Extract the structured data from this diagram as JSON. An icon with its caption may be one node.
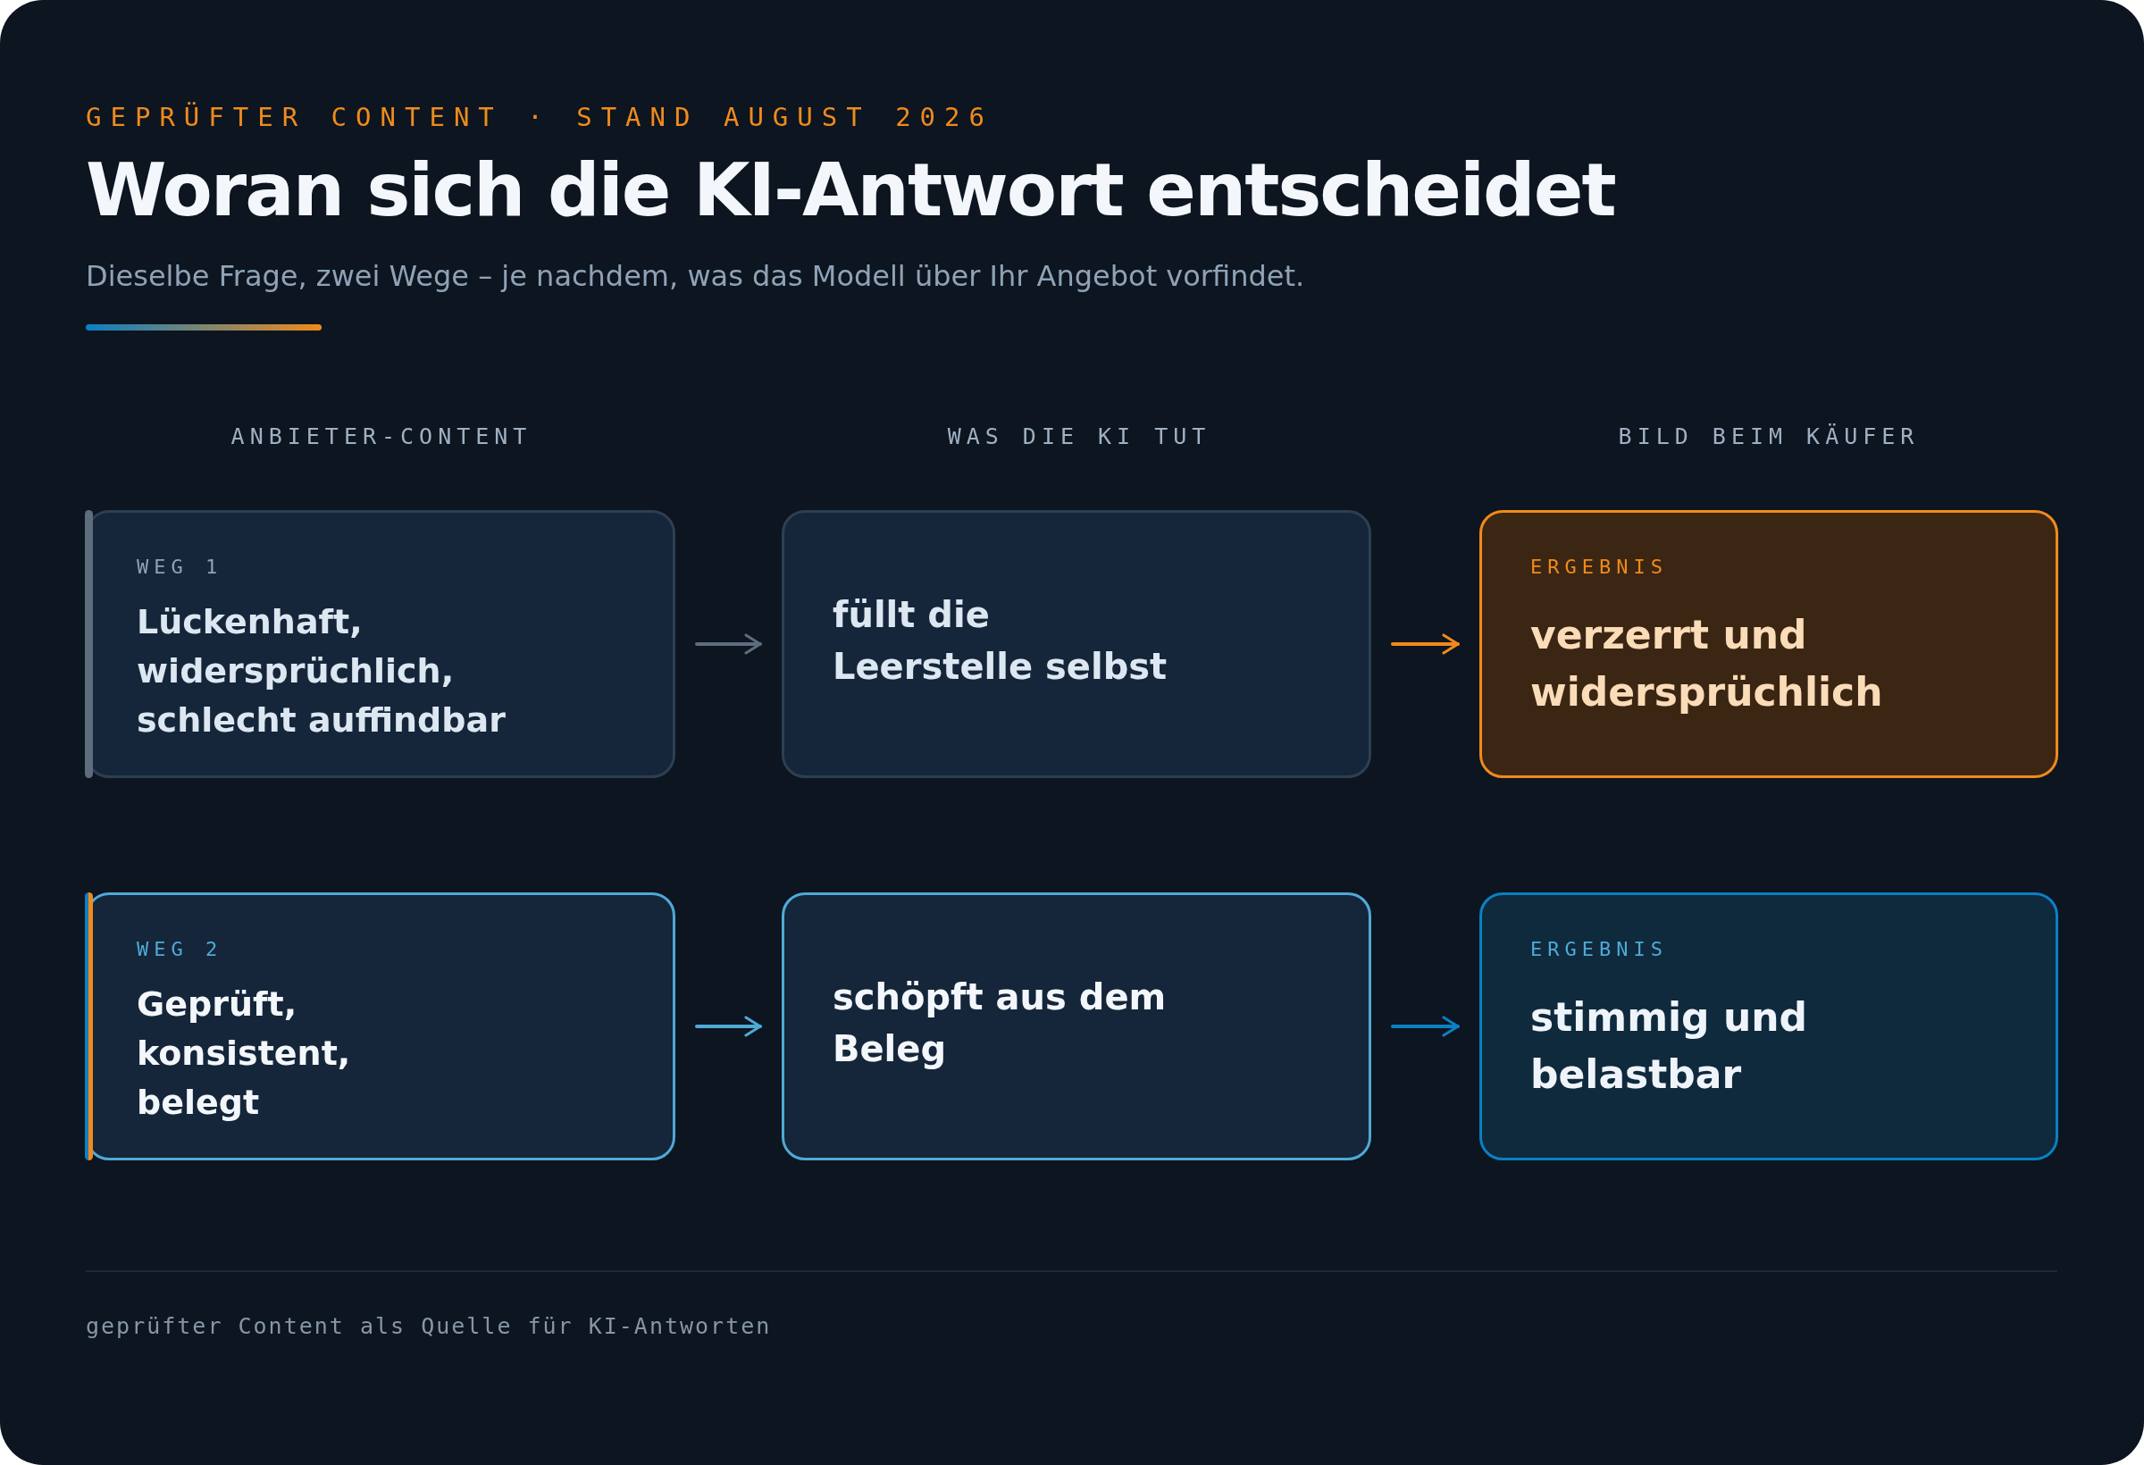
{
  "diagram": {
    "title": "Woran sich die KI-Antwort entscheidet",
    "nodes": [
      {
        "text": [
          "WEG 1",
          "Lückenhaft, widersprüchlich, schlecht auffindbar"
        ]
      },
      {
        "text": [
          "füllt die Leerstelle selbst"
        ]
      },
      {
        "text": [
          "ERGEBNIS",
          "verzerrt und widersprüchlich"
        ]
      },
      {
        "text": [
          "WEG 2",
          "Geprüft, konsistent, belegt"
        ]
      },
      {
        "text": [
          "schöpft aus dem Beleg"
        ]
      },
      {
        "text": [
          "ERGEBNIS",
          "stimmig und belastbar"
        ]
      }
    ],
    "edges": [
      {
        "from": 0,
        "to": 1,
        "arrow": "to",
        "color": "#5d6d7e"
      },
      {
        "from": 1,
        "to": 2,
        "arrow": "to",
        "color": "#f08a1c"
      },
      {
        "from": 3,
        "to": 4,
        "arrow": "to",
        "color": "#4fa9d6"
      },
      {
        "from": 4,
        "to": 5,
        "arrow": "to",
        "color": "#0b80c2"
      }
    ],
    "labels": [
      "GEPRÜFTER CONTENT · STAND AUGUST 2026",
      "Dieselbe Frage, zwei Wege – je nachdem, was das Modell über Ihr Angebot vorfindet.",
      "ANBIETER-CONTENT",
      "WAS DIE KI TUT",
      "BILD BEIM KÄUFER",
      "geprüfter Content als Quelle für KI-Antworten"
    ]
  }
}
